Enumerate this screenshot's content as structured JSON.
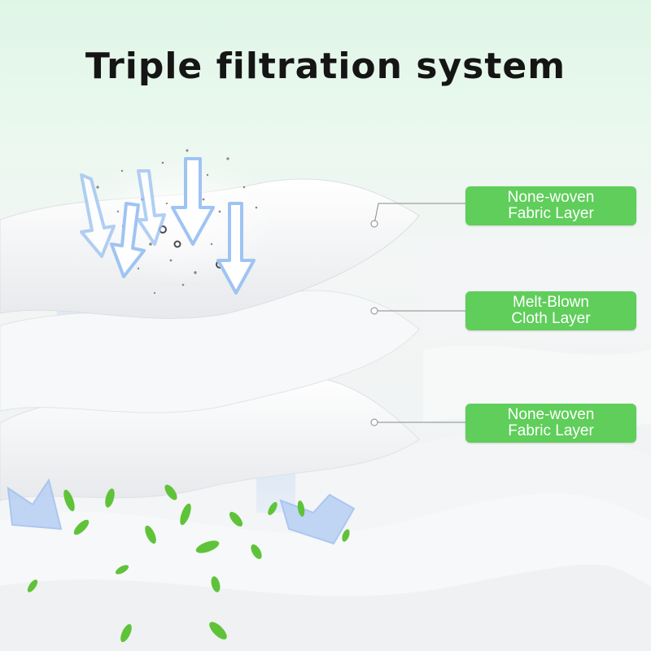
{
  "title": "Triple filtration system",
  "layers": [
    {
      "line1": "None-woven",
      "line2": "Fabric Layer"
    },
    {
      "line1": "Melt-Blown",
      "line2": "Cloth Layer"
    },
    {
      "line1": "None-woven",
      "line2": "Fabric Layer"
    }
  ],
  "colors": {
    "label_bg": "#5fce5a",
    "label_text": "#ffffff",
    "title_text": "#151515",
    "arrow": "#9fc4f2",
    "leaf": "#5fc33a"
  }
}
